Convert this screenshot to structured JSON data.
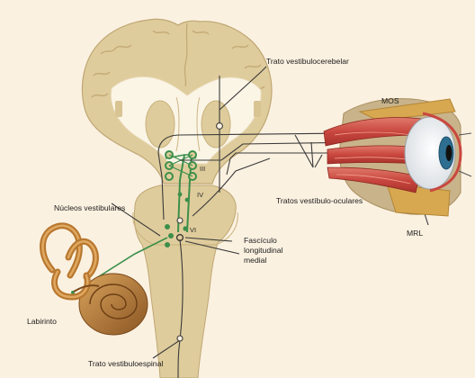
{
  "labels": {
    "trato_vestibulocerebelar": "Trato vestibulocerebelar",
    "mos": "MOS",
    "tratos_vestibulo_oculares": "Tratos vestíbulo-oculares",
    "mrl": "MRL",
    "nucleos_vestibulares": "Núcleos vestibulares",
    "fasciculo_line1": "Fascículo",
    "fasciculo_line2": "longitudinal",
    "fasciculo_line3": "medial",
    "labirinto": "Labirinto",
    "trato_vestibuloespinal": "Trato vestibuloespinal",
    "iii": "III",
    "iv": "IV",
    "vi": "VI"
  },
  "colors": {
    "background": "#fbf1e1",
    "brain_tissue": "#dfcc9c",
    "brain_outline": "#bfa773",
    "white_matter": "#fbf5e6",
    "pathway_green": "#3c8f4a",
    "pathway_line": "#3a3a3a",
    "muscle_red": "#c9473f",
    "labyrinth_brown": "#a86e2c"
  }
}
